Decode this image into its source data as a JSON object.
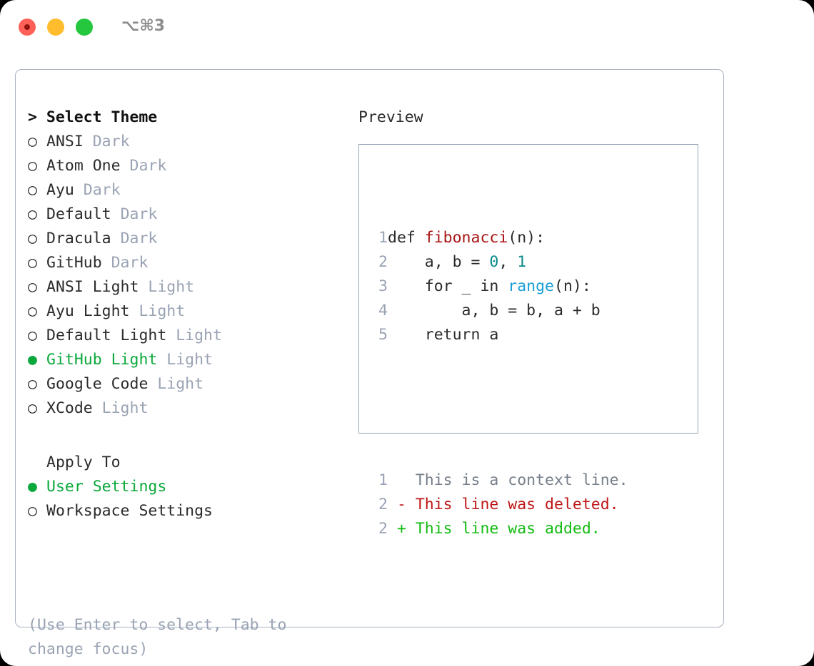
{
  "titlebar": {
    "shortcut": "⌥⌘3",
    "traffic_lights": [
      {
        "name": "close",
        "color": "#ff6159"
      },
      {
        "name": "minimize",
        "color": "#ffbd2e"
      },
      {
        "name": "maximize",
        "color": "#25c73f"
      }
    ]
  },
  "theme_list": {
    "header": "> Select Theme",
    "items": [
      {
        "marker": "○",
        "label": "ANSI",
        "tag": "Dark",
        "selected": false
      },
      {
        "marker": "○",
        "label": "Atom One",
        "tag": "Dark",
        "selected": false
      },
      {
        "marker": "○",
        "label": "Ayu",
        "tag": "Dark",
        "selected": false
      },
      {
        "marker": "○",
        "label": "Default",
        "tag": "Dark",
        "selected": false
      },
      {
        "marker": "○",
        "label": "Dracula",
        "tag": "Dark",
        "selected": false
      },
      {
        "marker": "○",
        "label": "GitHub",
        "tag": "Dark",
        "selected": false
      },
      {
        "marker": "○",
        "label": "ANSI Light",
        "tag": "Light",
        "selected": false
      },
      {
        "marker": "○",
        "label": "Ayu Light",
        "tag": "Light",
        "selected": false
      },
      {
        "marker": "○",
        "label": "Default Light",
        "tag": "Light",
        "selected": false
      },
      {
        "marker": "●",
        "label": "GitHub Light",
        "tag": "Light",
        "selected": true
      },
      {
        "marker": "○",
        "label": "Google Code",
        "tag": "Light",
        "selected": false
      },
      {
        "marker": "○",
        "label": "XCode",
        "tag": "Light",
        "selected": false
      }
    ]
  },
  "apply_to": {
    "header": "Apply To",
    "items": [
      {
        "marker": "●",
        "label": "User Settings",
        "selected": true
      },
      {
        "marker": "○",
        "label": "Workspace Settings",
        "selected": false
      }
    ]
  },
  "help": {
    "line1": "(Use Enter to select, Tab to",
    "line2": "change focus)"
  },
  "preview": {
    "title": "Preview",
    "code_lines": [
      {
        "num": "1",
        "tokens": [
          {
            "t": "def ",
            "c": "plain"
          },
          {
            "t": "fibonacci",
            "c": "func"
          },
          {
            "t": "(n):",
            "c": "plain"
          }
        ]
      },
      {
        "num": "2",
        "tokens": [
          {
            "t": "    a, b = ",
            "c": "plain"
          },
          {
            "t": "0",
            "c": "num"
          },
          {
            "t": ", ",
            "c": "plain"
          },
          {
            "t": "1",
            "c": "num"
          }
        ]
      },
      {
        "num": "3",
        "tokens": [
          {
            "t": "    for _ in ",
            "c": "plain"
          },
          {
            "t": "range",
            "c": "call"
          },
          {
            "t": "(n):",
            "c": "plain"
          }
        ]
      },
      {
        "num": "4",
        "tokens": [
          {
            "t": "        a, b = b, a + b",
            "c": "plain"
          }
        ]
      },
      {
        "num": "5",
        "tokens": [
          {
            "t": "    return a",
            "c": "plain"
          }
        ]
      }
    ],
    "diff_lines": [
      {
        "num": "1",
        "tokens": [
          {
            "t": "   This is a context line.",
            "c": "ctx"
          }
        ]
      },
      {
        "num": "2",
        "tokens": [
          {
            "t": " - This line was deleted.",
            "c": "del"
          }
        ]
      },
      {
        "num": "2",
        "tokens": [
          {
            "t": " + This line was added.",
            "c": "add"
          }
        ]
      }
    ]
  },
  "colors": {
    "accent_green": "#0aa83a",
    "muted": "#9aa3b4",
    "func_red": "#a81414",
    "call_blue": "#1a9fd4",
    "number_teal": "#0d8a8a",
    "diff_del": "#c01818",
    "diff_add": "#12bb12",
    "panel_border": "#aab2c0"
  }
}
